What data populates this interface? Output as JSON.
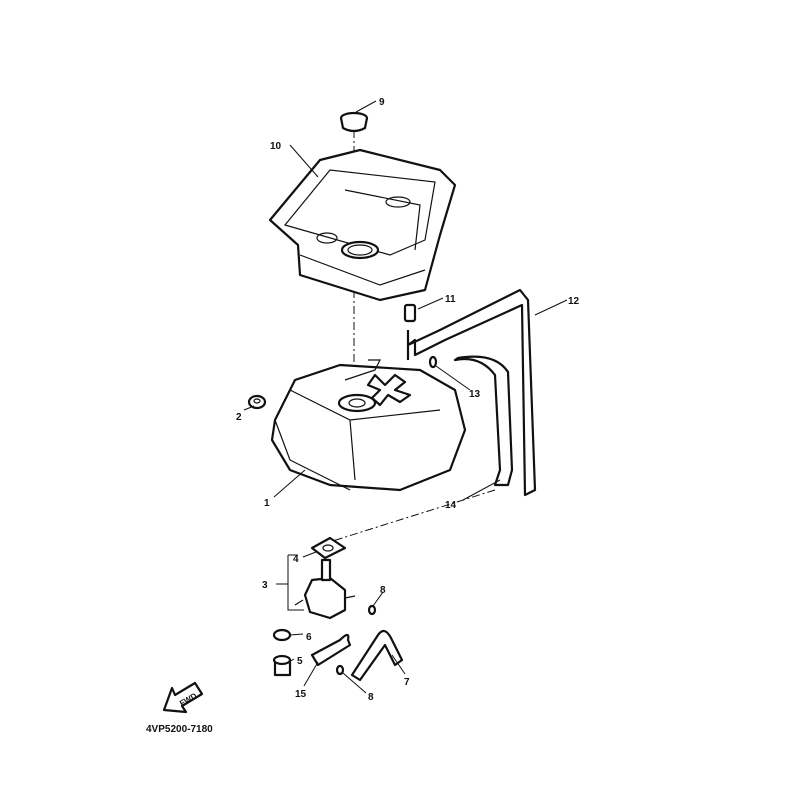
{
  "diagram": {
    "labels": {
      "p1": "1",
      "p2": "2",
      "p3": "3",
      "p4": "4",
      "p5": "5",
      "p6": "6",
      "p7": "7",
      "p8a": "8",
      "p8b": "8",
      "p9": "9",
      "p10": "10",
      "p11": "11",
      "p12": "12",
      "p13": "13",
      "p14": "14",
      "p15": "15"
    },
    "fwd_label": "FWD",
    "drawing_code": "4VP5200-7180",
    "colors": {
      "line": "#111111",
      "background": "#ffffff"
    }
  }
}
